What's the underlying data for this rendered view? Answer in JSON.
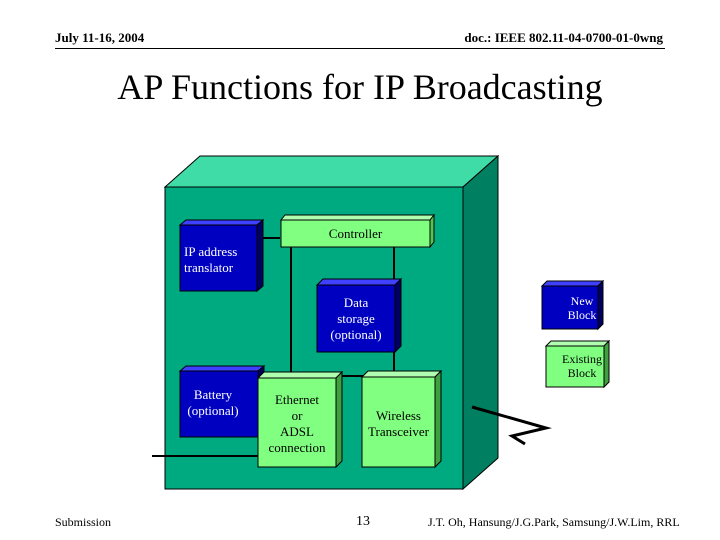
{
  "header": {
    "date": "July 11-16, 2004",
    "doc_id": "doc.: IEEE 802.11-04-0700-01-0wng"
  },
  "title": "AP Functions for IP Broadcasting",
  "diagram": {
    "blocks": {
      "controller": "Controller",
      "ip_translator": [
        "IP address",
        "translator"
      ],
      "data_storage": [
        "Data",
        "storage",
        "(optional)"
      ],
      "battery": [
        "Battery",
        "(optional)"
      ],
      "ethernet": [
        "Ethernet",
        "or",
        "ADSL",
        "connection"
      ],
      "wireless": [
        "Wireless",
        "Transceiver"
      ]
    },
    "legend": {
      "new_block": [
        "New",
        "Block"
      ],
      "existing_block": [
        "Existing",
        "Block"
      ]
    },
    "colors": {
      "box_top": "#40dca8",
      "box_front": "#00aa80",
      "box_side": "#008060",
      "new_block": "#0000c0",
      "existing_block": "#80ff80"
    }
  },
  "footer": {
    "left": "Submission",
    "page": "13",
    "right": "J.T. Oh, Hansung/J.G.Park, Samsung/J.W.Lim, RRL"
  }
}
